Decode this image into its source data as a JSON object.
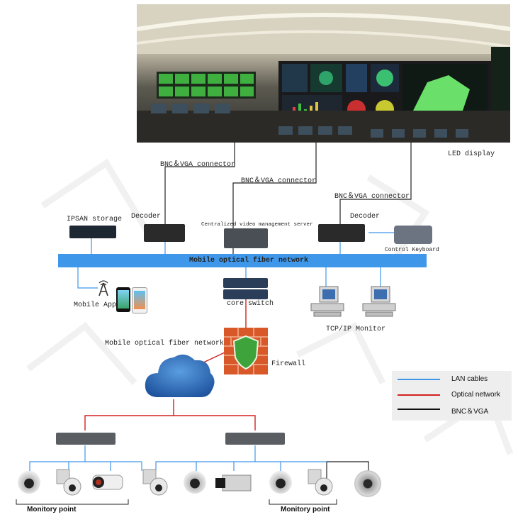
{
  "video_wall": {
    "caption": "LED display"
  },
  "connectors": {
    "left": "BNC＆VGA connector",
    "center": "BNC＆VGA connector",
    "right": "BNC＆VGA connector"
  },
  "devices": {
    "ipsan": "IPSAN storage",
    "decoder_left": "Decoder",
    "server": "Centralized video management server",
    "decoder_right": "Decoder",
    "control_keyboard": "Control Keyboard",
    "mobile_app": "Mobile App",
    "core_switch": "core switch",
    "tcpip": "TCP/IP",
    "monitor": "Monitor",
    "firewall": "Firewall",
    "cloud_label": "Mobile optical fiber network"
  },
  "fiber_bar": {
    "label": "Mobile optical fiber network"
  },
  "monitory_points": {
    "left": "Monitory point",
    "right": "Monitory point"
  },
  "legend": {
    "items": [
      {
        "label": "LAN cables",
        "color": "#3f97e9"
      },
      {
        "label": "Optical network",
        "color": "#d42020"
      },
      {
        "label": "BNC＆VGA",
        "color": "#111111"
      }
    ]
  },
  "colors": {
    "lan": "#3f97e9",
    "optical": "#d42020",
    "bnc": "#111111"
  }
}
